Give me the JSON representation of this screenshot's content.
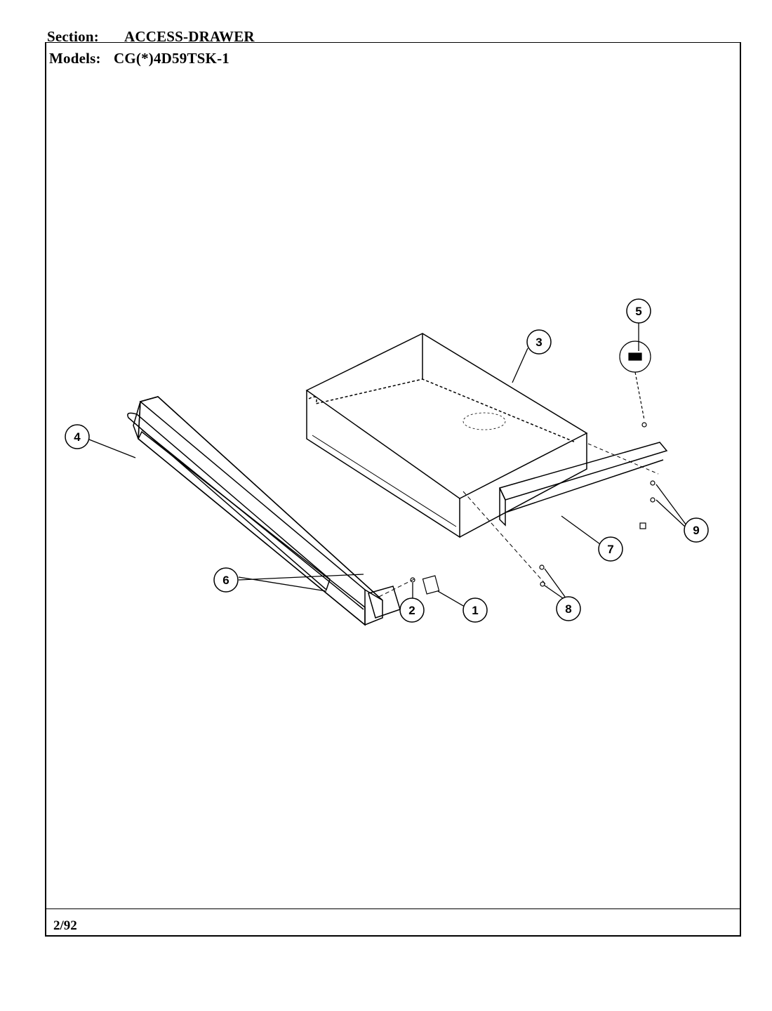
{
  "header": {
    "section_label": "Section:",
    "section_value": "ACCESS-DRAWER",
    "models_label": "Models:",
    "models_value": "CG(*)4D59TSK-1"
  },
  "footer": {
    "date": "2/92"
  },
  "callouts": [
    "1",
    "2",
    "3",
    "4",
    "5",
    "6",
    "7",
    "8",
    "9"
  ]
}
